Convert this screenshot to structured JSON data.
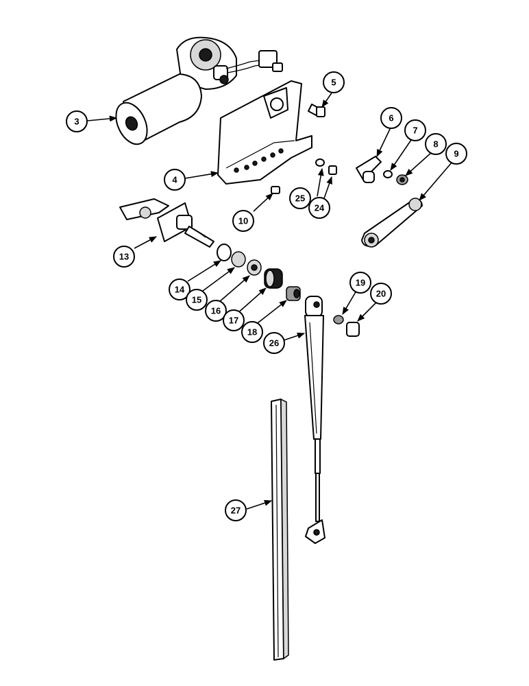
{
  "callouts": [
    {
      "id": "c3",
      "label": "3"
    },
    {
      "id": "c4",
      "label": "4"
    },
    {
      "id": "c5",
      "label": "5"
    },
    {
      "id": "c6",
      "label": "6"
    },
    {
      "id": "c7",
      "label": "7"
    },
    {
      "id": "c8",
      "label": "8"
    },
    {
      "id": "c9",
      "label": "9"
    },
    {
      "id": "c10",
      "label": "10"
    },
    {
      "id": "c13",
      "label": "13"
    },
    {
      "id": "c14",
      "label": "14"
    },
    {
      "id": "c15",
      "label": "15"
    },
    {
      "id": "c16",
      "label": "16"
    },
    {
      "id": "c17",
      "label": "17"
    },
    {
      "id": "c18",
      "label": "18"
    },
    {
      "id": "c19",
      "label": "19"
    },
    {
      "id": "c20",
      "label": "20"
    },
    {
      "id": "c24",
      "label": "24"
    },
    {
      "id": "c25",
      "label": "25"
    },
    {
      "id": "c26",
      "label": "26"
    },
    {
      "id": "c27",
      "label": "27"
    }
  ]
}
